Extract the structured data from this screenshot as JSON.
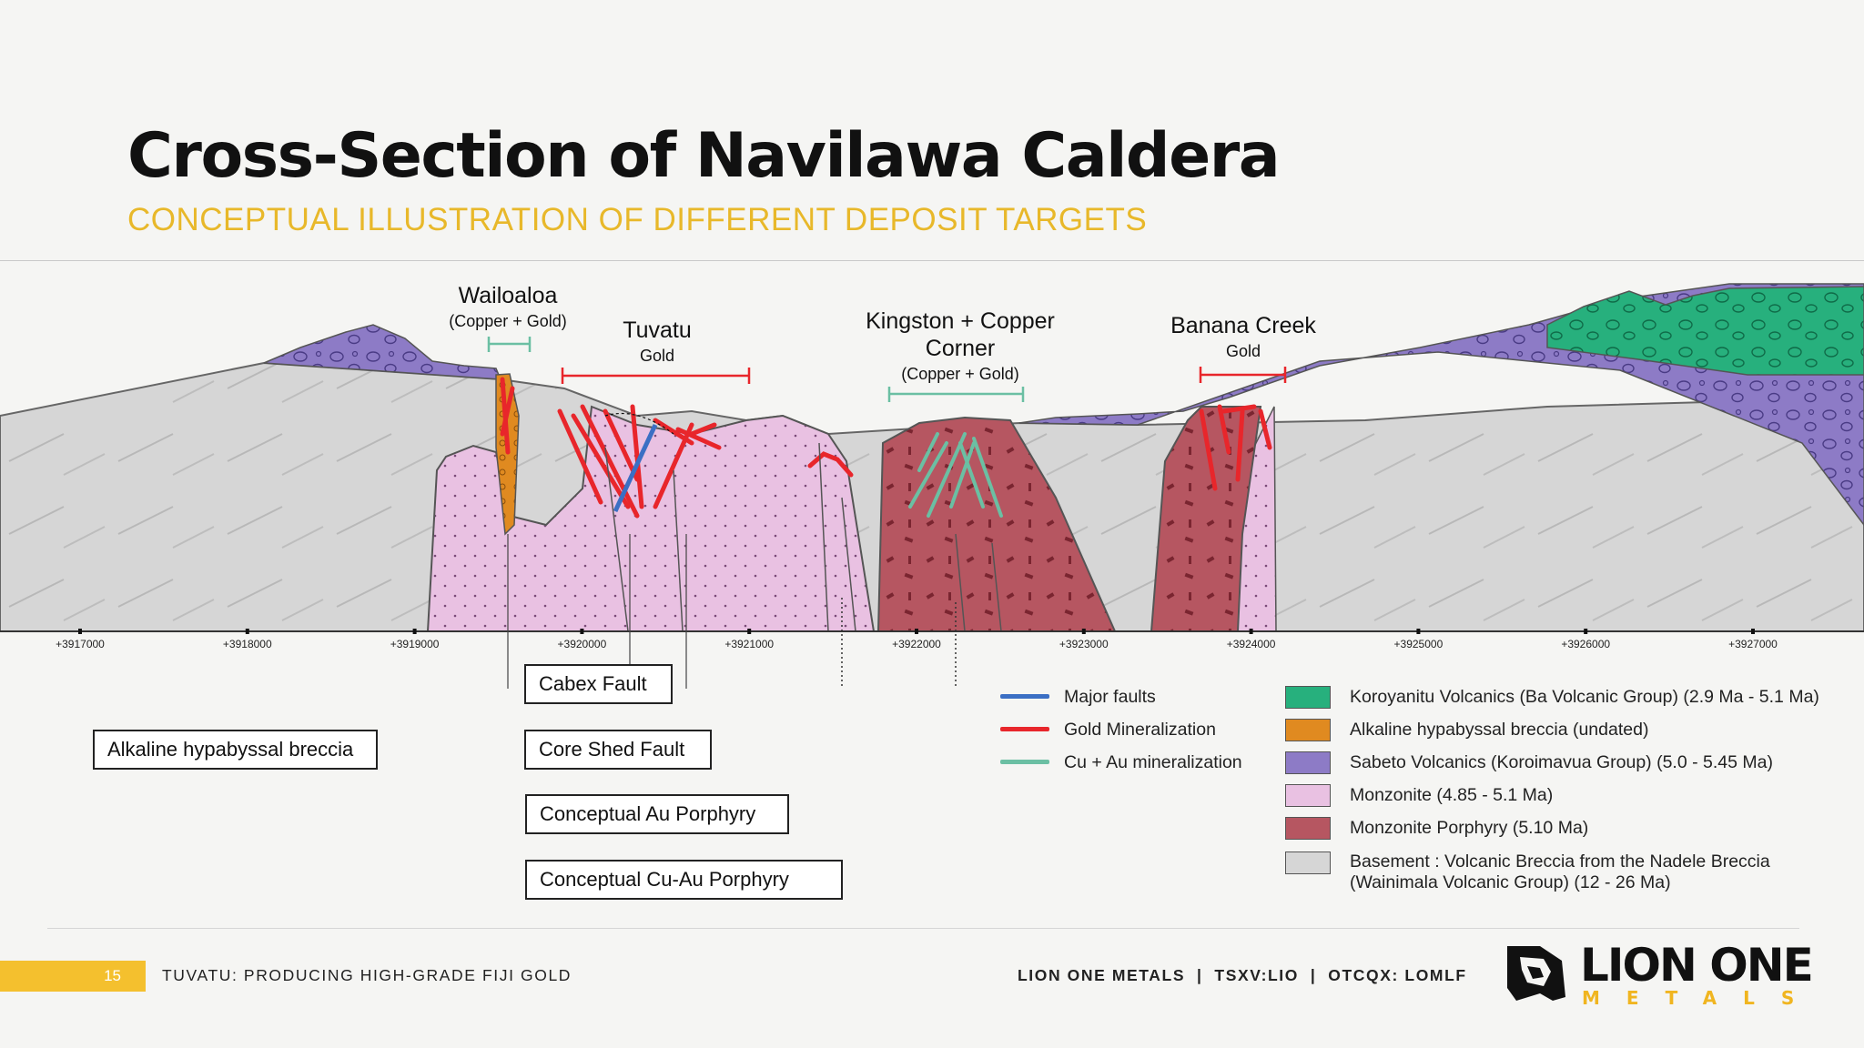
{
  "header": {
    "title": "Cross-Section of Navilawa Caldera",
    "subtitle": "CONCEPTUAL ILLUSTRATION OF DIFFERENT DEPOSIT TARGETS"
  },
  "targets": [
    {
      "name": "Wailoaloa",
      "sub": "(Copper + Gold)"
    },
    {
      "name": "Tuvatu",
      "sub": "Gold"
    },
    {
      "name_line1": "Kingston + Copper",
      "name_line2": "Corner",
      "sub": "(Copper + Gold)"
    },
    {
      "name": "Banana Creek",
      "sub": "Gold"
    }
  ],
  "axis_ticks": [
    "+3917000",
    "+3918000",
    "+3919000",
    "+3920000",
    "+3921000",
    "+3922000",
    "+3923000",
    "+3924000",
    "+3925000",
    "+3926000",
    "+3927000"
  ],
  "callouts": {
    "alkaline": "Alkaline hypabyssal breccia",
    "cabex": "Cabex Fault",
    "core_shed": "Core Shed Fault",
    "au_porphyry": "Conceptual Au Porphyry",
    "cuau_porphyry": "Conceptual Cu-Au Porphyry"
  },
  "legend_lines": [
    {
      "label": "Major faults",
      "color": "#3b6fc4"
    },
    {
      "label": "Gold Mineralization",
      "color": "#e8262b"
    },
    {
      "label": "Cu + Au mineralization",
      "color": "#6bbfa3"
    }
  ],
  "legend_units": [
    {
      "label": "Koroyanitu Volcanics (Ba Volcanic Group) (2.9 Ma - 5.1 Ma)",
      "color": "#27b17f"
    },
    {
      "label": "Alkaline hypabyssal breccia (undated)",
      "color": "#e08c1f"
    },
    {
      "label": "Sabeto Volcanics (Koroimavua Group) (5.0 - 5.45 Ma)",
      "color": "#8b78c4"
    },
    {
      "label": "Monzonite (4.85 - 5.1 Ma)",
      "color": "#e9bde0"
    },
    {
      "label": "Monzonite Porphyry (5.10 Ma)",
      "color": "#b5505e"
    },
    {
      "label": "Basement : Volcanic Breccia  from the Nadele Breccia",
      "label2": "(Wainimala Volcanic Group) (12 - 26 Ma)",
      "color": "#d5d5d5"
    }
  ],
  "footer": {
    "page_number": "15",
    "tagline": "TUVATU: PRODUCING HIGH-GRADE FIJI GOLD",
    "ticker": "LION ONE METALS  |  TSXV:LIO  |  OTCQX: LOMLF",
    "logo_word": "LION ONE",
    "logo_sub": "METALS"
  }
}
